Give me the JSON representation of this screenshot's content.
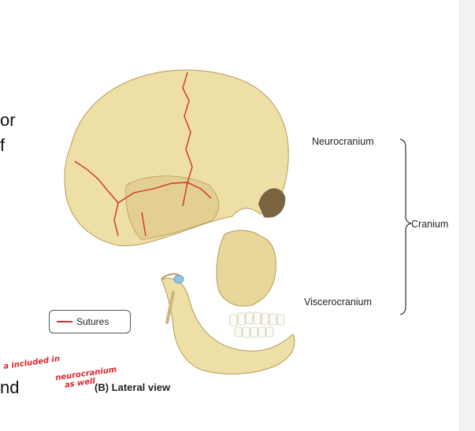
{
  "page_fragments": {
    "line1": "or",
    "line2": "f",
    "line3": "nd"
  },
  "labels": {
    "neurocranium": "Neurocranium",
    "viscerocranium": "Viscerocranium",
    "cranium": "Cranium"
  },
  "legend": {
    "label": "Sutures"
  },
  "caption": "(B) Lateral view",
  "handwritten_notes": {
    "line1": "a included in",
    "line2": "neurocranium",
    "line3": "as well"
  },
  "colors": {
    "bone": "#eedfa6",
    "bone_shadow": "#cdb57a",
    "suture": "#d0312d",
    "note": "#e0242e"
  }
}
